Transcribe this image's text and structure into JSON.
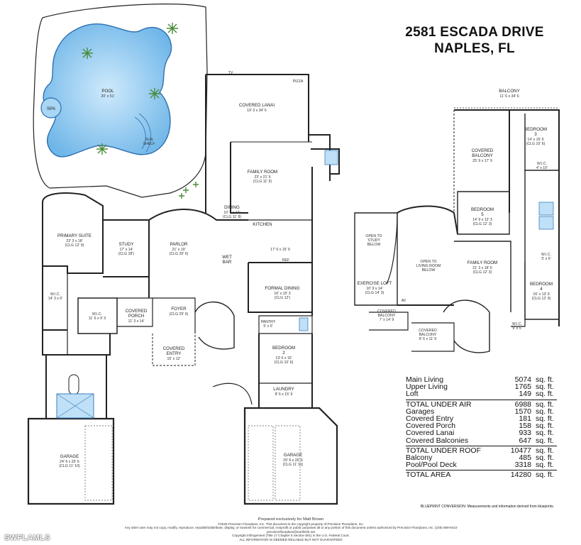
{
  "title": {
    "line1": "2581 ESCADA DRIVE",
    "line2": "NAPLES, FL"
  },
  "rooms": {
    "pool": "POOL",
    "pool_dim": "20' x 51'",
    "spa": "SPA",
    "sun_shelf_1": "SUN",
    "sun_shelf_2": "SHELF",
    "covered_lanai": "COVERED LANAI",
    "covered_lanai_dim": "19' 3 x 34' 6",
    "tv": "TV",
    "pizza": "PIZZA",
    "family_room": "FAMILY ROOM",
    "family_room_dim": "23' x 21' 6",
    "family_room_clg": "(CLG 11' 9)",
    "dining": "DINING",
    "dining_dim": "10' 9 x 14'",
    "dining_clg": "(CLG 11' 8)",
    "kitchen": "KITCHEN",
    "kitchen_dim": "17' 6 x 15' 9",
    "ref": "REF",
    "primary_suite": "PRIMARY SUITE",
    "primary_suite_dim": "23' 3 x 18'",
    "primary_suite_clg": "(CLG 12' 9)",
    "study": "STUDY",
    "study_dim": "17' x 14'",
    "study_clg": "(CLG 28')",
    "parlor": "PARLOR",
    "parlor_dim": "21' x 19'",
    "parlor_clg": "(CLG 29' 6)",
    "wet_bar_1": "WET",
    "wet_bar_2": "BAR",
    "formal_dining": "FORMAL DINING",
    "formal_dining_dim": "16' x 15' 3",
    "formal_dining_clg": "(CLG 12')",
    "wic_1": "W.I.C.",
    "wic_1_dim": "14' 3 x 6'",
    "wic_2": "W.I.C.",
    "wic_2_dim": "11' 6 x 9' 3",
    "covered_porch": "COVERED",
    "covered_porch_2": "PORCH",
    "covered_porch_dim": "11' 3 x 14'",
    "foyer": "FOYER",
    "foyer_clg": "(CLG 29' 6)",
    "pantry": "PANTRY",
    "pantry_dim": "5' x 5'",
    "covered_entry": "COVERED",
    "covered_entry_2": "ENTRY",
    "covered_entry_dim": "15' x 12'",
    "bedroom_2": "BEDROOM",
    "bedroom_2_num": "2",
    "bedroom_2_dim": "13' 6 x 16'",
    "bedroom_2_clg": "(CLG 10' 6)",
    "laundry": "LAUNDRY",
    "laundry_dim": "8' 6 x 15' 9",
    "garage_1": "GARAGE",
    "garage_1_dim": "24' 6 x 26' 6",
    "garage_1_clg": "(CLG 11' 10)",
    "garage_2": "GARAGE",
    "garage_2_dim": "29' 6 x 26' 6",
    "garage_2_clg": "(CLG 11' 11)",
    "balcony": "BALCONY",
    "balcony_dim": "11' 6 x 34' 6",
    "bedroom_3": "BEDROOM",
    "bedroom_3_num": "3",
    "bedroom_3_dim": "14' x 15' 6",
    "bedroom_3_clg": "(CLG 10' 6)",
    "wic_3": "W.I.C.",
    "wic_3_dim": "4' x 10'",
    "covered_balcony_1": "COVERED",
    "covered_balcony_1b": "BALCONY",
    "covered_balcony_1_dim": "25' 9 x 17' 9",
    "bedroom_5": "BEDROOM",
    "bedroom_5_num": "5",
    "bedroom_5_dim": "14' 9 x 12' 3",
    "bedroom_5_clg": "(CLG 12' 3)",
    "open_study_1": "OPEN TO",
    "open_study_2": "STUDY",
    "open_study_3": "BELOW",
    "open_living_1": "OPEN TO",
    "open_living_2": "LIVING ROOM",
    "open_living_3": "BELOW",
    "family_room_2": "FAMILY ROOM",
    "family_room_2_dim": "21' 3 x 18' 6",
    "family_room_2_clg": "(CLG 12' 3)",
    "wic_4": "W.I.C.",
    "wic_4_dim": "5' x 6'",
    "bedroom_4": "BEDROOM",
    "bedroom_4_num": "4",
    "bedroom_4_dim": "16' x 13' 9",
    "bedroom_4_clg": "(CLG 12' 9)",
    "exercise_loft": "EXERCISE LOFT",
    "exercise_loft_dim": "10' 9 x 14'",
    "exercise_loft_clg": "(CLG 14' 3)",
    "av": "AV",
    "covered_balcony_2": "COVERED",
    "covered_balcony_2b": "BALCONY",
    "covered_balcony_2_dim": "7' x 14' 9",
    "covered_balcony_3": "COVERED",
    "covered_balcony_3b": "BALCONY",
    "covered_balcony_3_dim": "8' 6 x 11' 9",
    "wic_5": "W.I.C.",
    "wic_5_dim": "9' x 5'"
  },
  "sqft": {
    "unit": "sq. ft.",
    "rows": [
      {
        "label": "Main Living",
        "value": "5074"
      },
      {
        "label": "Upper Living",
        "value": "1765"
      },
      {
        "label": "Loft",
        "value": "149"
      },
      {
        "label": "TOTAL UNDER AIR",
        "value": "6988"
      },
      {
        "label": "Garages",
        "value": "1570"
      },
      {
        "label": "Covered Entry",
        "value": "181"
      },
      {
        "label": "Covered Porch",
        "value": "158"
      },
      {
        "label": "Covered Lanai",
        "value": "933"
      },
      {
        "label": "Covered Balconies",
        "value": "647"
      },
      {
        "label": "TOTAL UNDER ROOF",
        "value": "10477"
      },
      {
        "label": "Balcony",
        "value": "485"
      },
      {
        "label": "Pool/Pool Deck",
        "value": "3318"
      },
      {
        "label": "TOTAL AREA",
        "value": "14280"
      }
    ],
    "note": "BLUEPRINT CONVERSION: Measurements and information derived from blueprints."
  },
  "footer": {
    "line1": "Prepared exclusively for Matt Brown",
    "line2": "©2026 Precision Floorplans, Inc.  This document is the copyright property of Precision Floorplans, Inc.",
    "line3": "Any other user may not copy, modify, reproduce, republish/distribute, display, or transmit for commercial, nonprofit or public purposes all or any portion of this document unless authorized by Precision Floorplans, Inc. (239) 598-9410 precisionfloorplans@earthlink.net",
    "line4": "Copyright infringement (Title 17 Chapter 5 Section 501) in the U.S. Federal Court.",
    "line5": "ALL INFORMATION IS DEEMED RELIABLE BUT NOT GUARANTEED"
  },
  "watermark": "SWFLAMLS",
  "colors": {
    "pool": "#7fc4ee",
    "pool_edge": "#3a7fbf",
    "wall": "#222222",
    "deck": "#ffffff"
  }
}
